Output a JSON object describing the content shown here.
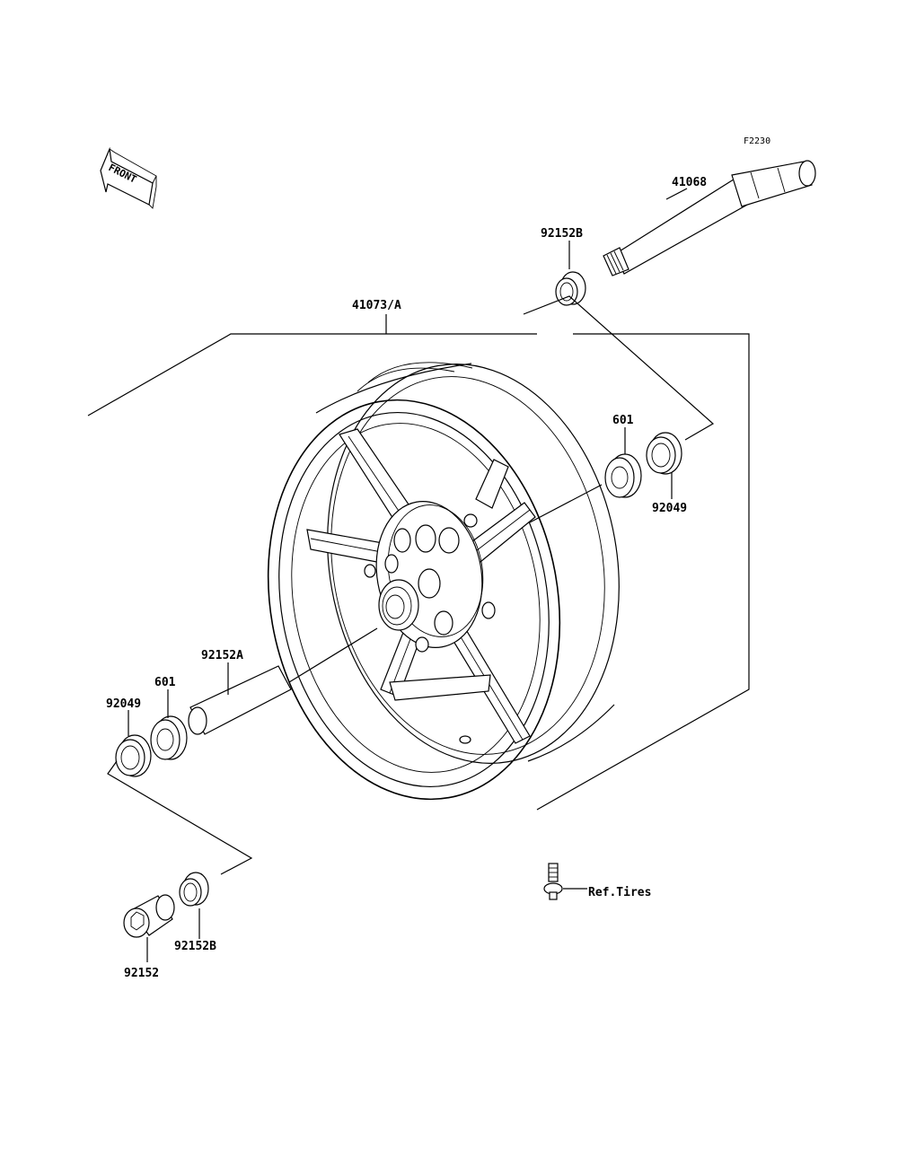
{
  "diagram_code": "F2230",
  "front_indicator": "FRONT",
  "labels": {
    "axle": "41068",
    "collar_top": "92152B",
    "wheel": "41073/A",
    "bearing_right": "601",
    "seal_right": "92049",
    "spacer": "92152A",
    "bearing_left": "601",
    "seal_left": "92049",
    "collar_bottom": "92152B",
    "collar_left": "92152",
    "valve_ref": "Ref.Tires"
  }
}
